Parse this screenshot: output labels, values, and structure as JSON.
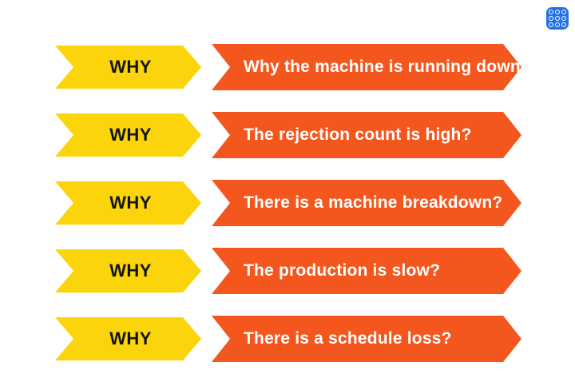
{
  "app_icon": {
    "name": "grid-dots-logo",
    "dot_rows": 3,
    "dot_cols": 3
  },
  "rows": [
    {
      "label": "WHY",
      "question": "Why the machine is running down?"
    },
    {
      "label": "WHY",
      "question": "The rejection count is high?"
    },
    {
      "label": "WHY",
      "question": "There is a machine breakdown?"
    },
    {
      "label": "WHY",
      "question": "The production is slow?"
    },
    {
      "label": "WHY",
      "question": "There is a schedule loss?"
    }
  ],
  "colors": {
    "yellow": "#FBD40B",
    "orange": "#F4571E",
    "blue": "#2272E4",
    "why_text": "#141414",
    "question_text": "#FFFFFF",
    "background": "#FFFFFF"
  }
}
